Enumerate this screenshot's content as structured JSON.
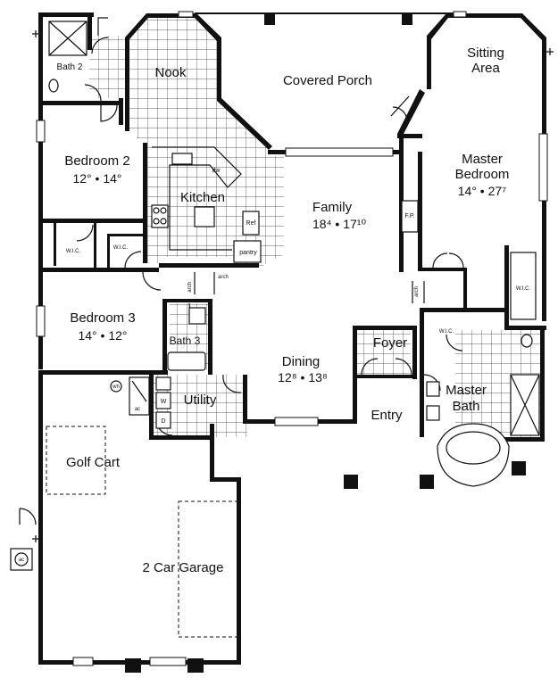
{
  "rooms": {
    "bath2": "Bath 2",
    "nook": "Nook",
    "covered_porch": "Covered Porch",
    "sitting_area_1": "Sitting",
    "sitting_area_2": "Area",
    "bedroom2": "Bedroom 2",
    "bedroom2_dim": "12° • 14°",
    "kitchen": "Kitchen",
    "family": "Family",
    "family_dim": "18⁴ • 17¹⁰",
    "master_bedroom_1": "Master",
    "master_bedroom_2": "Bedroom",
    "master_bedroom_dim": "14° • 27⁷",
    "bedroom3": "Bedroom 3",
    "bedroom3_dim": "14° • 12°",
    "bath3": "Bath 3",
    "foyer": "Foyer",
    "dining": "Dining",
    "dining_dim": "12⁸ • 13⁸",
    "utility": "Utility",
    "entry": "Entry",
    "master_bath_1": "Master",
    "master_bath_2": "Bath",
    "golf_cart": "Golf Cart",
    "garage": "2 Car Garage"
  },
  "fixtures": {
    "dw": "dw",
    "ref": "Ref",
    "pantry": "pantry",
    "arch1": "arch",
    "arch2": "arch",
    "arch3": "arch",
    "fp": "F.P.",
    "wic1": "W.I.C.",
    "wic2": "W.I.C.",
    "wic3": "W.I.C.",
    "wic4": "W.I.C.",
    "wh": "wh",
    "ac1": "ac",
    "ac2": "ac",
    "washer": "W",
    "dryer": "D"
  },
  "colors": {
    "wall": "#111111",
    "background": "#ffffff"
  }
}
